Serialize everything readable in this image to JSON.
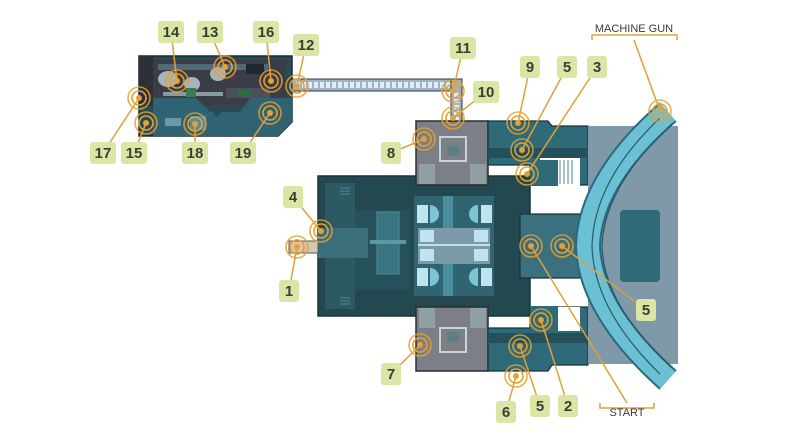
{
  "diagram": {
    "type": "game-map-walkthrough",
    "colors": {
      "marker": "#e8a02e",
      "leader": "#e0a03a",
      "badge_bg": "#d9e6a6",
      "badge_text": "#3a3f33",
      "hull_dark": "#24484f",
      "hull_mid": "#2f6470",
      "hull_light": "#3f7d89",
      "room_gray": "#7d7f86",
      "rail_blue": "#6cc0d3",
      "bridge": "#c4d2e0"
    },
    "labels": [
      {
        "id": "1",
        "text": "1"
      },
      {
        "id": "2",
        "text": "2"
      },
      {
        "id": "3",
        "text": "3"
      },
      {
        "id": "4",
        "text": "4"
      },
      {
        "id": "5a",
        "text": "5"
      },
      {
        "id": "5b",
        "text": "5"
      },
      {
        "id": "5c",
        "text": "5"
      },
      {
        "id": "6",
        "text": "6"
      },
      {
        "id": "7",
        "text": "7"
      },
      {
        "id": "8",
        "text": "8"
      },
      {
        "id": "9",
        "text": "9"
      },
      {
        "id": "10",
        "text": "10"
      },
      {
        "id": "11",
        "text": "11"
      },
      {
        "id": "12",
        "text": "12"
      },
      {
        "id": "13",
        "text": "13"
      },
      {
        "id": "14",
        "text": "14"
      },
      {
        "id": "15",
        "text": "15"
      },
      {
        "id": "16",
        "text": "16"
      },
      {
        "id": "17",
        "text": "17"
      },
      {
        "id": "18",
        "text": "18"
      },
      {
        "id": "19",
        "text": "19"
      }
    ],
    "callouts": {
      "machine_gun": "MACHINE GUN",
      "start": "START"
    }
  }
}
